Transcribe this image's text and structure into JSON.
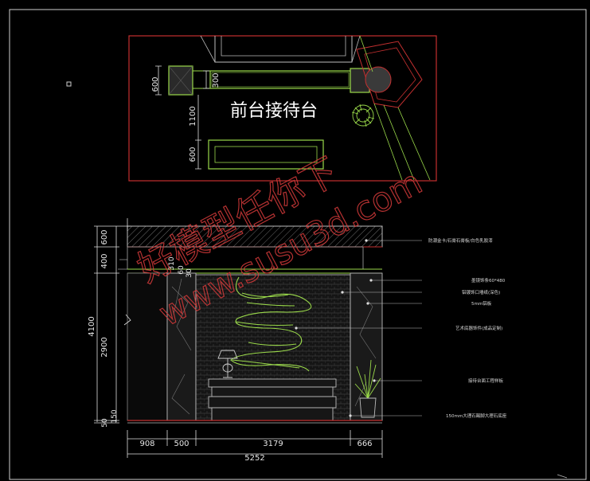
{
  "plan": {
    "title": "前台接待台",
    "dim_600_top": "600",
    "dim_300": "300",
    "dim_1100": "1100",
    "dim_600_bottom": "600"
  },
  "elevation": {
    "left_dims": {
      "d600": "600",
      "d400": "400",
      "d4100": "4100",
      "d2900": "2900",
      "d50": "50",
      "d150": "150",
      "d310": "310",
      "d60": "60",
      "d30": "30"
    },
    "bottom_dims": {
      "d908": "908",
      "d500": "500",
      "d3179": "3179",
      "d666": "666",
      "total": "5252"
    },
    "annotations": [
      "防潮金卡/石膏石膏板/白色乳胶漆",
      "墨镜饰条60*480",
      "铝镀饰口墙纸(深色)",
      "5mm铝板",
      "艺术底器饰件(成品定制)",
      "接待台面工程样板",
      "150mm大理石踢脚大理石底座"
    ]
  },
  "watermark": {
    "line1": "好模型任你下",
    "line2": "www.susu3d.com"
  },
  "colors": {
    "line": "#c8c8c8",
    "green": "#9ad94a",
    "red": "#d43a3a",
    "dim": "#e6e6e6"
  }
}
